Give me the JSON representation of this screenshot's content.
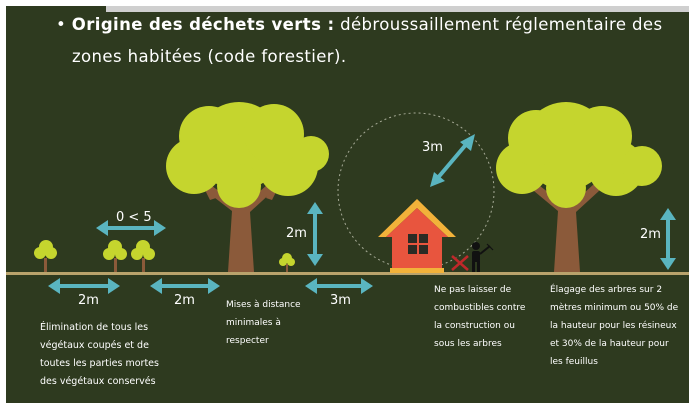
{
  "header": {
    "bullet": "•",
    "title_bold": "Origine des déchets verts :",
    "title_rest": " débroussaillement réglementaire des",
    "title_line2": "zones habitées (code forestier)."
  },
  "measures": {
    "spacing_small": "0 < 5",
    "gap_1": "2m",
    "gap_2": "2m",
    "gap_3": "3m",
    "tree_height_left": "2m",
    "house_radius": "3m",
    "tree_height_right": "2m"
  },
  "captions": {
    "elimination": [
      "Élimination de tous les",
      "végétaux coupés et de",
      "toutes les parties mortes",
      "des végétaux conservés"
    ],
    "distance": [
      "Mises à distance",
      "minimales à",
      "respecter"
    ],
    "combustibles": [
      "Ne pas laisser de",
      "combustibles contre",
      "la construction ou",
      "sous les arbres"
    ],
    "elagage": [
      "Élagage des arbres sur 2",
      "mètres minimum ou 50% de",
      "la hauteur pour les résineux",
      "et 30% de la hauteur pour",
      "les feuillus"
    ]
  },
  "colors": {
    "background": "#2e3a1f",
    "foliage": "#c5d52e",
    "trunk": "#8b5a3a",
    "arrow": "#5ab5c0",
    "roof": "#f2b23a",
    "house": "#e8553e",
    "ground": "#b9a36c"
  },
  "icons": [
    "tree-icon",
    "bush-icon",
    "house-icon",
    "person-icon",
    "double-arrow-icon"
  ]
}
